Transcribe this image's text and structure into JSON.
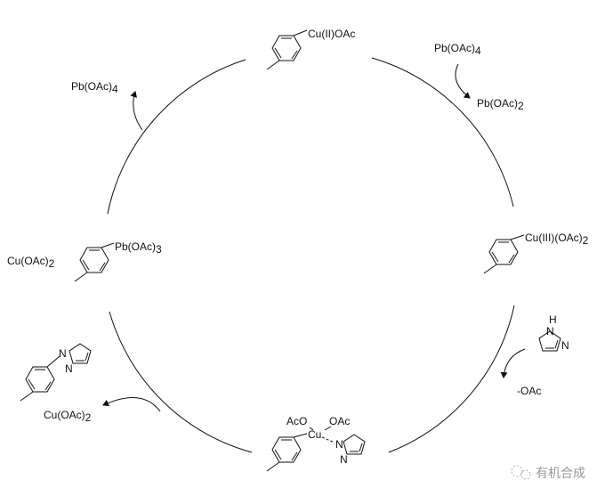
{
  "species": {
    "top": {
      "metal": "Cu(II)OAc"
    },
    "right": {
      "metal": "Cu(III)(OAc)",
      "sub": "2"
    },
    "bottom": {
      "aco": "AcO",
      "cu": "Cu",
      "oac": "OAc",
      "n1": "N",
      "n2": "N"
    },
    "left": {
      "metal": "Pb(OAc)",
      "sub": "3"
    },
    "product": {
      "n1": "N",
      "n2": "N"
    },
    "pyrazole": {
      "nh": "N",
      "h": "H",
      "n2": "N"
    }
  },
  "reagents": {
    "pb4_in": {
      "text": "Pb(OAc)",
      "sub": "4"
    },
    "pb2_out": {
      "text": "Pb(OAc)",
      "sub": "2"
    },
    "oac_out": {
      "text": "-OAc"
    },
    "cu2_product": {
      "text": "Cu(OAc)",
      "sub": "2"
    },
    "cu2_left": {
      "text": "Cu(OAc)",
      "sub": "2"
    },
    "pb4_out": {
      "text": "Pb(OAc)",
      "sub": "4"
    }
  },
  "watermark": {
    "text": "有机合成"
  }
}
